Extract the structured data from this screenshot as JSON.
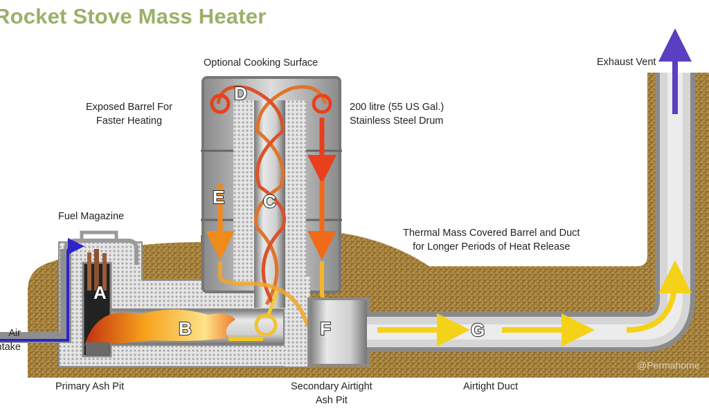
{
  "title": "Rocket Stove Mass Heater",
  "labels": {
    "cooking_surface": "Optional Cooking Surface",
    "exposed_barrel_line1": "Exposed Barrel For",
    "exposed_barrel_line2": "Faster Heating",
    "drum_line1": "200 litre (55 US Gal.)",
    "drum_line2": "Stainless Steel Drum",
    "exhaust_vent": "Exhaust Vent",
    "fuel_magazine": "Fuel Magazine",
    "thermal_mass_line1": "Thermal Mass Covered Barrel and Duct",
    "thermal_mass_line2": "for Longer Periods of Heat Release",
    "air_intake_line1": "Air",
    "air_intake_line2": "Intake",
    "primary_ash_pit": "Primary Ash Pit",
    "secondary_ash_pit_line1": "Secondary Airtight",
    "secondary_ash_pit_line2": "Ash Pit",
    "airtight_duct": "Airtight Duct",
    "watermark": "@Permahome"
  },
  "section_letters": {
    "a": "A",
    "b": "B",
    "c": "C",
    "d": "D",
    "e": "E",
    "f": "F",
    "g": "G"
  },
  "colors": {
    "title": "#9bb068",
    "soil": "#a07d3a",
    "insulation": "#d8d8d8",
    "metal": "#9a9a9a",
    "flow_hot": "#e2401a",
    "flow_warm": "#f29a1a",
    "flow_cool": "#f5d21a",
    "air": "#3b2fd0",
    "exhaust": "#6a4fb0"
  }
}
